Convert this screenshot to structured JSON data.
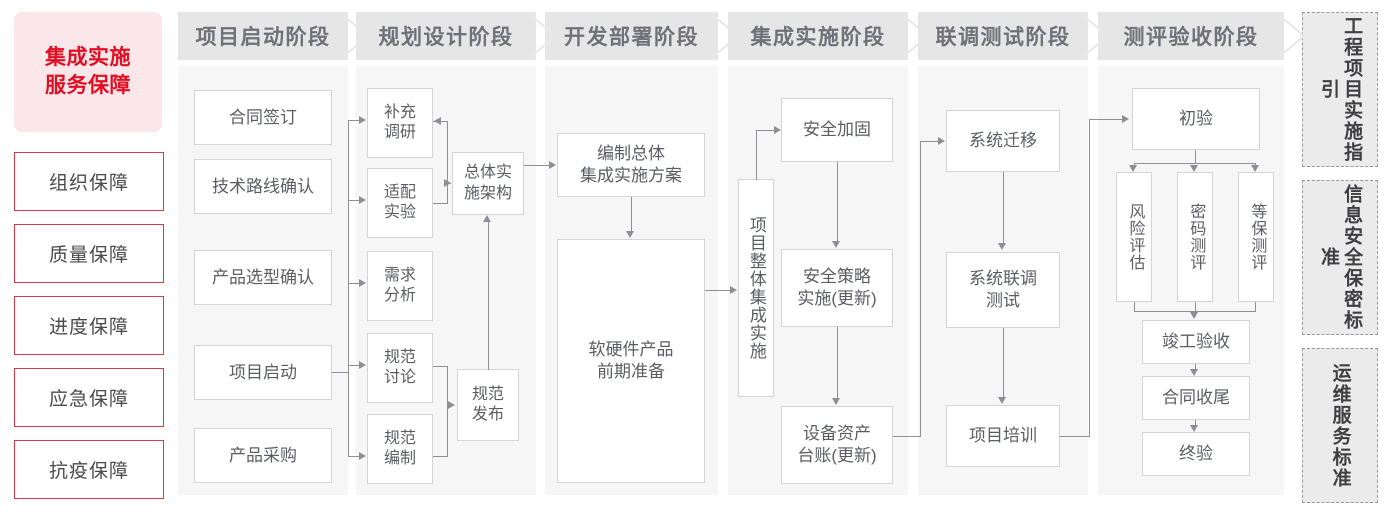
{
  "sidebar": {
    "title": "集成实施\n服务保障",
    "title_line1": "集成实施",
    "title_line2": "服务保障",
    "items": [
      {
        "label": "组织保障"
      },
      {
        "label": "质量保障"
      },
      {
        "label": "进度保障"
      },
      {
        "label": "应急保障"
      },
      {
        "label": "抗疫保障"
      }
    ]
  },
  "phases": [
    {
      "name": "项目启动阶段",
      "nodes": [
        "合同签订",
        "技术路线确认",
        "产品选型确认",
        "项目启动",
        "产品采购"
      ]
    },
    {
      "name": "规划设计阶段",
      "nodes": [
        "补充\n调研",
        "适配\n实验",
        "需求\n分析",
        "规范\n讨论",
        "规范\n编制",
        "总体实\n施架构",
        "规范\n发布"
      ]
    },
    {
      "name": "开发部署阶段",
      "nodes": [
        "编制总体\n集成实施方案",
        "软硬件产品\n前期准备"
      ]
    },
    {
      "name": "集成实施阶段",
      "nodes": [
        "项目整体集成实施",
        "安全加固",
        "安全策略\n实施(更新)",
        "设备资产\n台账(更新)"
      ]
    },
    {
      "name": "联调测试阶段",
      "nodes": [
        "系统迁移",
        "系统联调\n测试",
        "项目培训"
      ]
    },
    {
      "name": "测评验收阶段",
      "nodes": [
        "初验",
        "风险评估",
        "密码测评",
        "等保测评",
        "竣工验收",
        "合同收尾",
        "终验"
      ]
    }
  ],
  "nodes": {
    "p1_n1": "合同签订",
    "p1_n2": "技术路线确认",
    "p1_n3": "产品选型确认",
    "p1_n4": "项目启动",
    "p1_n5": "产品采购",
    "p2_n1_l1": "补充",
    "p2_n1_l2": "调研",
    "p2_n2_l1": "适配",
    "p2_n2_l2": "实验",
    "p2_n3_l1": "需求",
    "p2_n3_l2": "分析",
    "p2_n4_l1": "规范",
    "p2_n4_l2": "讨论",
    "p2_n5_l1": "规范",
    "p2_n5_l2": "编制",
    "p2_arch_l1": "总体实",
    "p2_arch_l2": "施架构",
    "p2_pub_l1": "规范",
    "p2_pub_l2": "发布",
    "p3_n1_l1": "编制总体",
    "p3_n1_l2": "集成实施方案",
    "p3_n2_l1": "软硬件产品",
    "p3_n2_l2": "前期准备",
    "p4_vert": "项目整体集成实施",
    "p4_n1": "安全加固",
    "p4_n2_l1": "安全策略",
    "p4_n2_l2": "实施(更新)",
    "p4_n3_l1": "设备资产",
    "p4_n3_l2": "台账(更新)",
    "p5_n1": "系统迁移",
    "p5_n2_l1": "系统联调",
    "p5_n2_l2": "测试",
    "p5_n3": "项目培训",
    "p6_n1": "初验",
    "p6_v1": "风险评估",
    "p6_v2": "密码测评",
    "p6_v3": "等保测评",
    "p6_n2": "竣工验收",
    "p6_n3": "合同收尾",
    "p6_n4": "终验"
  },
  "standards": [
    {
      "label": "工程项目实施指引"
    },
    {
      "label": "信息安全保密标准"
    },
    {
      "label": "运维服务标准"
    }
  ],
  "colors": {
    "accent_red": "#e10f23",
    "accent_red_border": "#d6384f",
    "title_bg": "#fbe6ea",
    "phase_header_bg": "#e6e6e6",
    "phase_body_bg": "#f6f6f6",
    "node_border": "#d4d4d4",
    "connector": "#8d8f94",
    "standards_bg": "#ebebeb",
    "text_gray": "#5b5d63"
  }
}
